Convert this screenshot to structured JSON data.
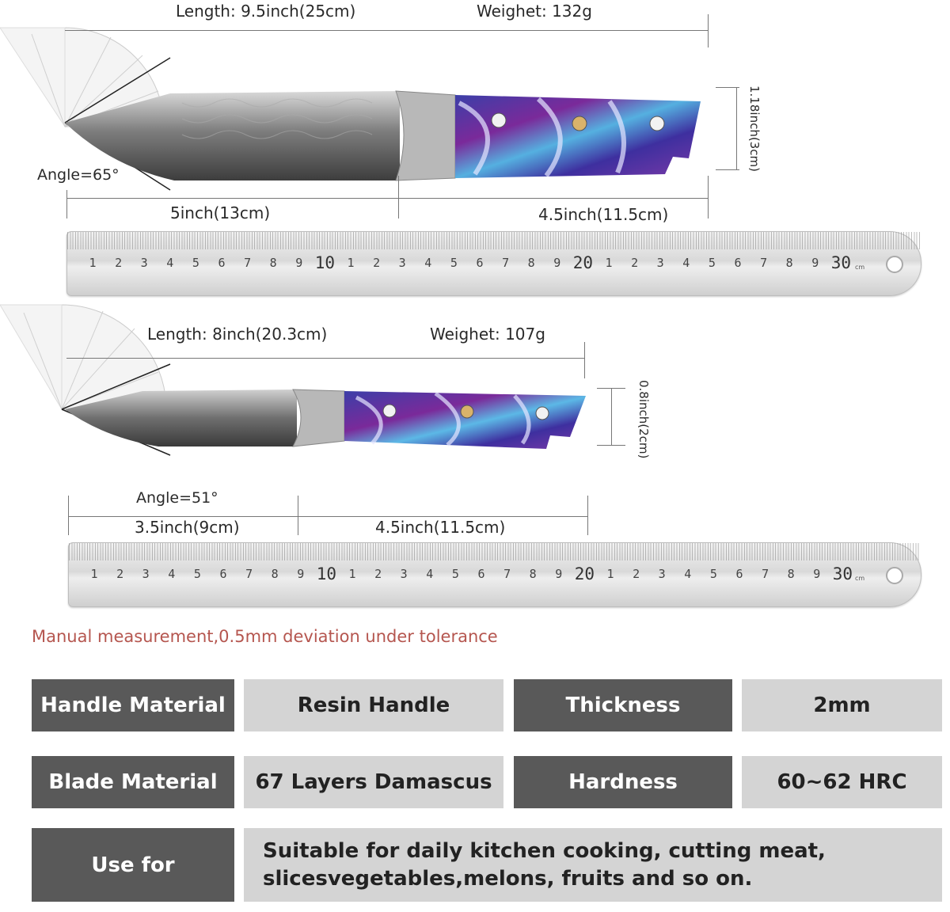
{
  "knife1": {
    "length": "Length: 9.5inch(25cm)",
    "weight": "Weighet: 132g",
    "height": "1.18inch(3cm)",
    "angle": "Angle=65°",
    "blade": "5inch(13cm)",
    "handle": "4.5inch(11.5cm)"
  },
  "knife2": {
    "length": "Length: 8inch(20.3cm)",
    "weight": "Weighet: 107g",
    "height": "0.8inch(2cm)",
    "angle": "Angle=51°",
    "blade": "3.5inch(9cm)",
    "handle": "4.5inch(11.5cm)"
  },
  "ruler": {
    "numbers": [
      "1",
      "2",
      "3",
      "4",
      "5",
      "6",
      "7",
      "8",
      "9",
      "10",
      "1",
      "2",
      "3",
      "4",
      "5",
      "6",
      "7",
      "8",
      "9",
      "20",
      "1",
      "2",
      "3",
      "4",
      "5",
      "6",
      "7",
      "8",
      "9",
      "30"
    ],
    "unit": "cm"
  },
  "note": "Manual measurement,0.5mm deviation under tolerance",
  "specs": {
    "handle_label": "Handle Material",
    "handle_value": "Resin Handle",
    "thickness_label": "Thickness",
    "thickness_value": "2mm",
    "blade_label": "Blade Material",
    "blade_value": "67 Layers Damascus",
    "hardness_label": "Hardness",
    "hardness_value": "60~62 HRC",
    "use_label": "Use for",
    "use_line1": "Suitable for daily kitchen cooking, cutting meat,",
    "use_line2": "slicesvegetables,melons, fruits and so on."
  },
  "colors": {
    "dark_cell": "#595959",
    "light_cell": "#d4d4d4",
    "note": "#b5564f",
    "resin_blue": "#3b3fa8",
    "resin_purple": "#7a2a9a"
  }
}
